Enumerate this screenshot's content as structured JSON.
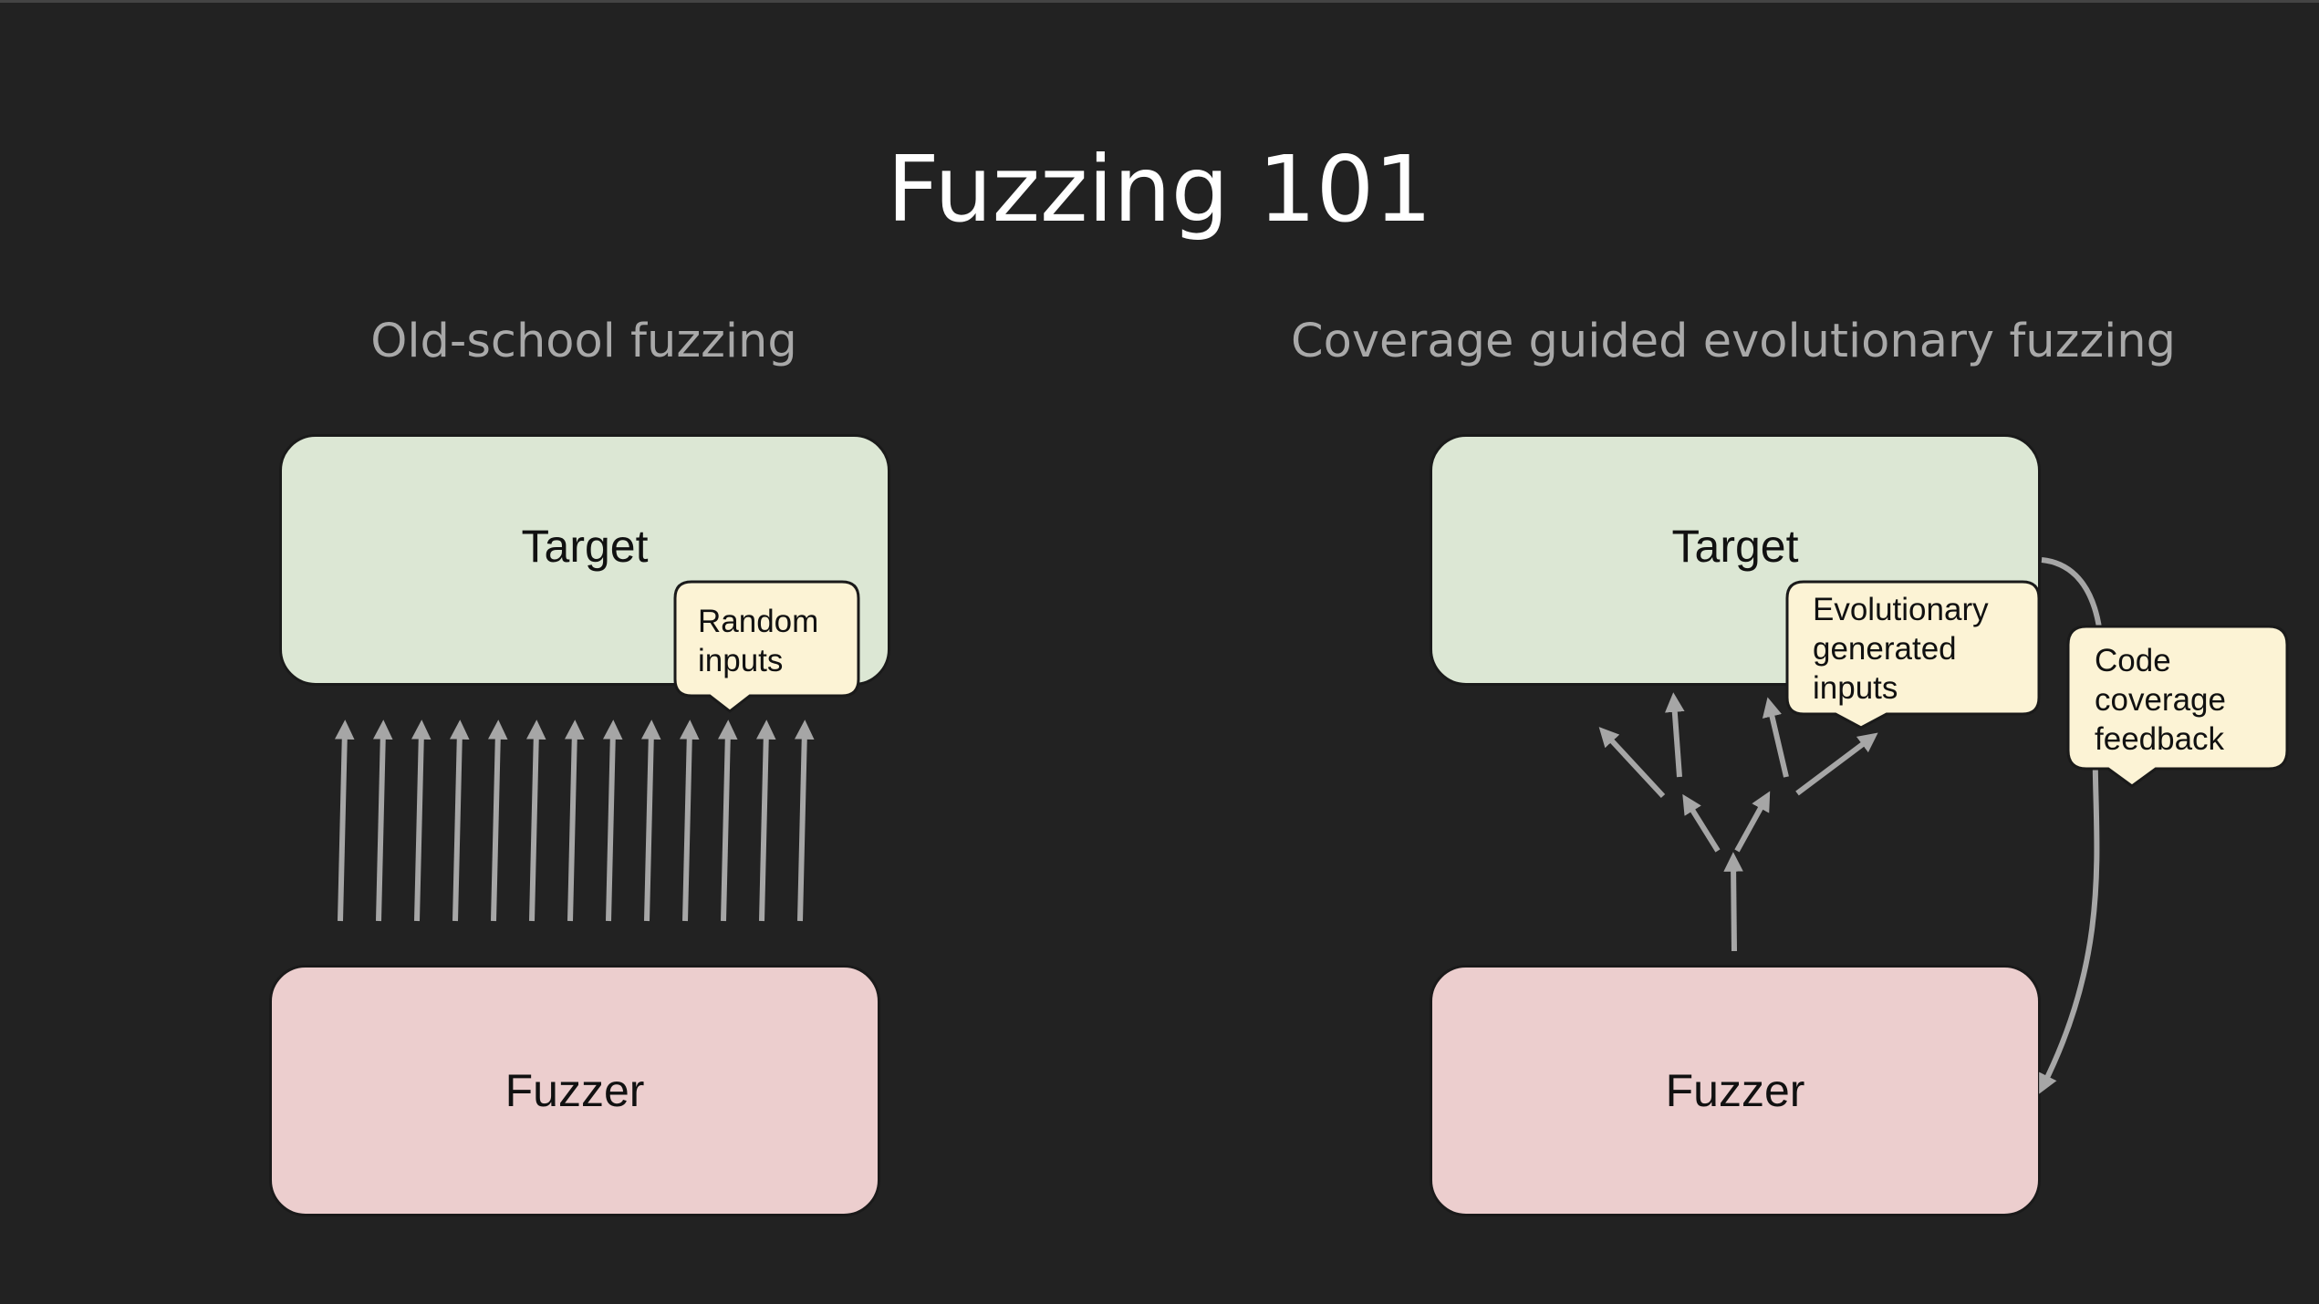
{
  "slide": {
    "title": "Fuzzing 101"
  },
  "left_panel": {
    "heading": "Old-school fuzzing",
    "target_label": "Target",
    "fuzzer_label": "Fuzzer",
    "callout": "Random\ninputs"
  },
  "right_panel": {
    "heading": "Coverage guided evolutionary fuzzing",
    "target_label": "Target",
    "fuzzer_label": "Fuzzer",
    "inputs_callout": "Evolutionary\ngenerated\ninputs",
    "feedback_callout": "Code\ncoverage\nfeedback"
  },
  "colors": {
    "background": "#222222",
    "target_fill": "#dce7d4",
    "fuzzer_fill": "#eccece",
    "callout_fill": "#fcf3d5",
    "arrow": "#a6a6a6",
    "subtitle": "#a9a9a9"
  }
}
